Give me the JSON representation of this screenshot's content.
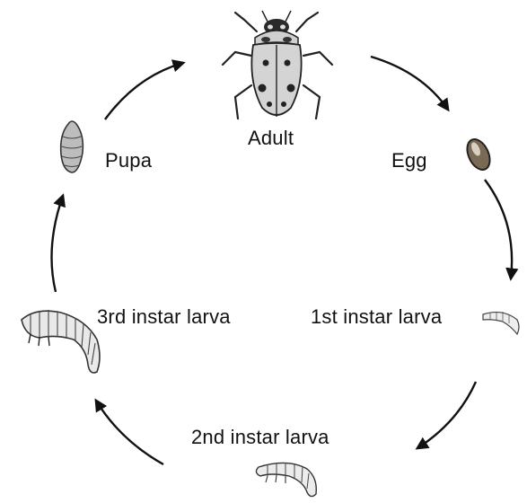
{
  "stages": {
    "adult": "Adult",
    "egg": "Egg",
    "first_instar": "1st instar larva",
    "second_instar": "2nd instar larva",
    "third_instar": "3rd instar larva",
    "pupa": "Pupa"
  },
  "colors": {
    "arrow": "#111111",
    "text": "#111111",
    "beetle": "#d9d9d9",
    "larva": "#e8e8e8"
  }
}
